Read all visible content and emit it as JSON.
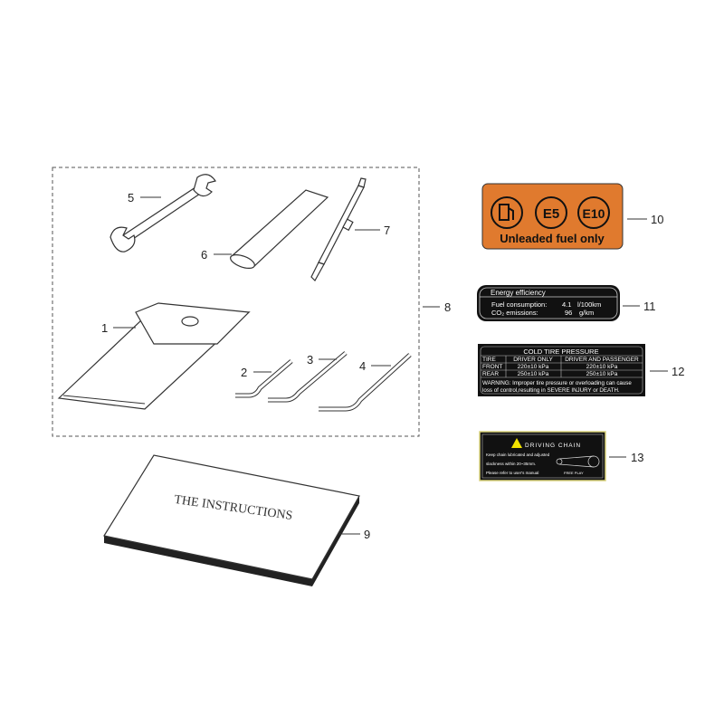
{
  "callouts": {
    "c1": "1",
    "c2": "2",
    "c3": "3",
    "c4": "4",
    "c5": "5",
    "c6": "6",
    "c7": "7",
    "c8": "8",
    "c9": "9",
    "c10": "10",
    "c11": "11",
    "c12": "12",
    "c13": "13"
  },
  "book": {
    "title": "THE INSTRUCTIONS"
  },
  "fuel_label": {
    "badge1": "E5",
    "badge2": "E10",
    "text": "Unleaded fuel only",
    "color": "#E07A2E"
  },
  "energy_label": {
    "title": "Energy efficiency",
    "row1_label": "Fuel consumption:",
    "row1_value": "4.1",
    "row1_unit": "l/100km",
    "row2_label": "CO₂ emissions:",
    "row2_value": "96",
    "row2_unit": "g/km"
  },
  "tire_label": {
    "title": "COLD TIRE PRESSURE",
    "headers": [
      "TIRE",
      "DRIVER ONLY",
      "DRIVER AND PASSENGER"
    ],
    "rows": [
      [
        "FRONT",
        "220±10 kPa",
        "220±10 kPa"
      ],
      [
        "REAR",
        "250±10 kPa",
        "250±10 kPa"
      ]
    ],
    "warning1": "WARNING: Improper tire pressure or overloading can cause",
    "warning2": "loss of control,resulting in SEVERE INJURY or DEATH."
  },
  "chain_label": {
    "title": "DRIVING CHAIN",
    "line1": "Keep chain lubricated and adjusted",
    "line2": "slackness within 20~35mm.",
    "line3": "Please refer to user's manual",
    "free_play": "FREE PLAY"
  }
}
